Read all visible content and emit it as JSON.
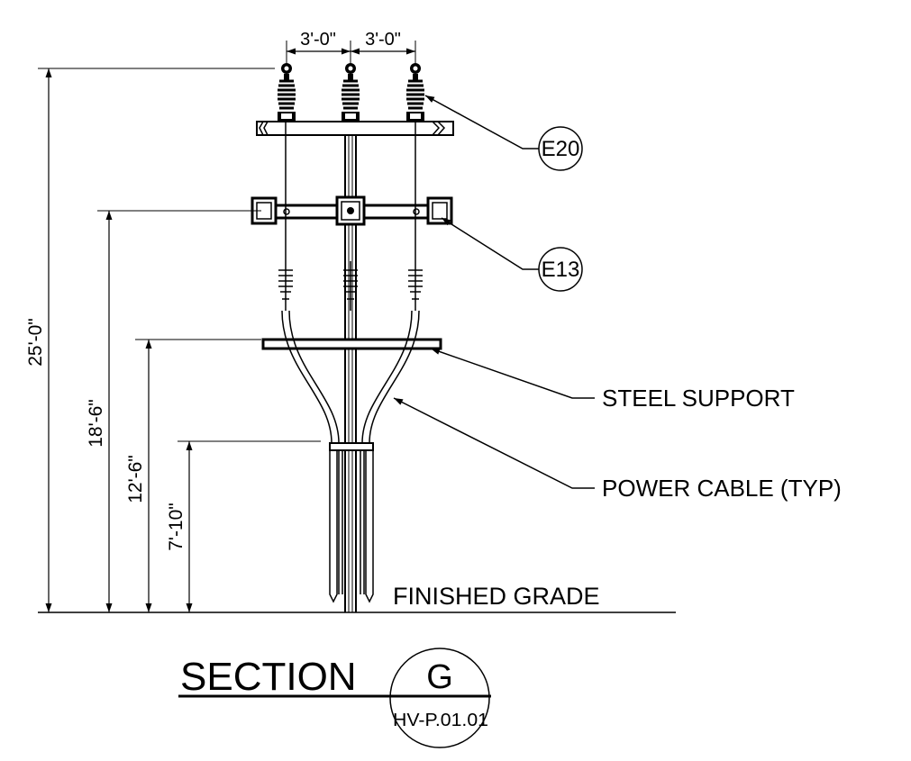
{
  "dimensions": {
    "spacing_left": "3'-0\"",
    "spacing_right": "3'-0\"",
    "total_height": "25'-0\"",
    "crossarm_height": "18'-6\"",
    "steel_support_height": "12'-6\"",
    "cable_split_height": "7'-10\""
  },
  "callouts": {
    "arrester": "E20",
    "crossarm": "E13"
  },
  "labels": {
    "steel_support": "STEEL SUPPORT",
    "power_cable": "POWER CABLE (TYP)",
    "finished_grade": "FINISHED GRADE"
  },
  "section": {
    "title": "SECTION",
    "letter": "G",
    "sheet": "HV-P.01.01"
  }
}
